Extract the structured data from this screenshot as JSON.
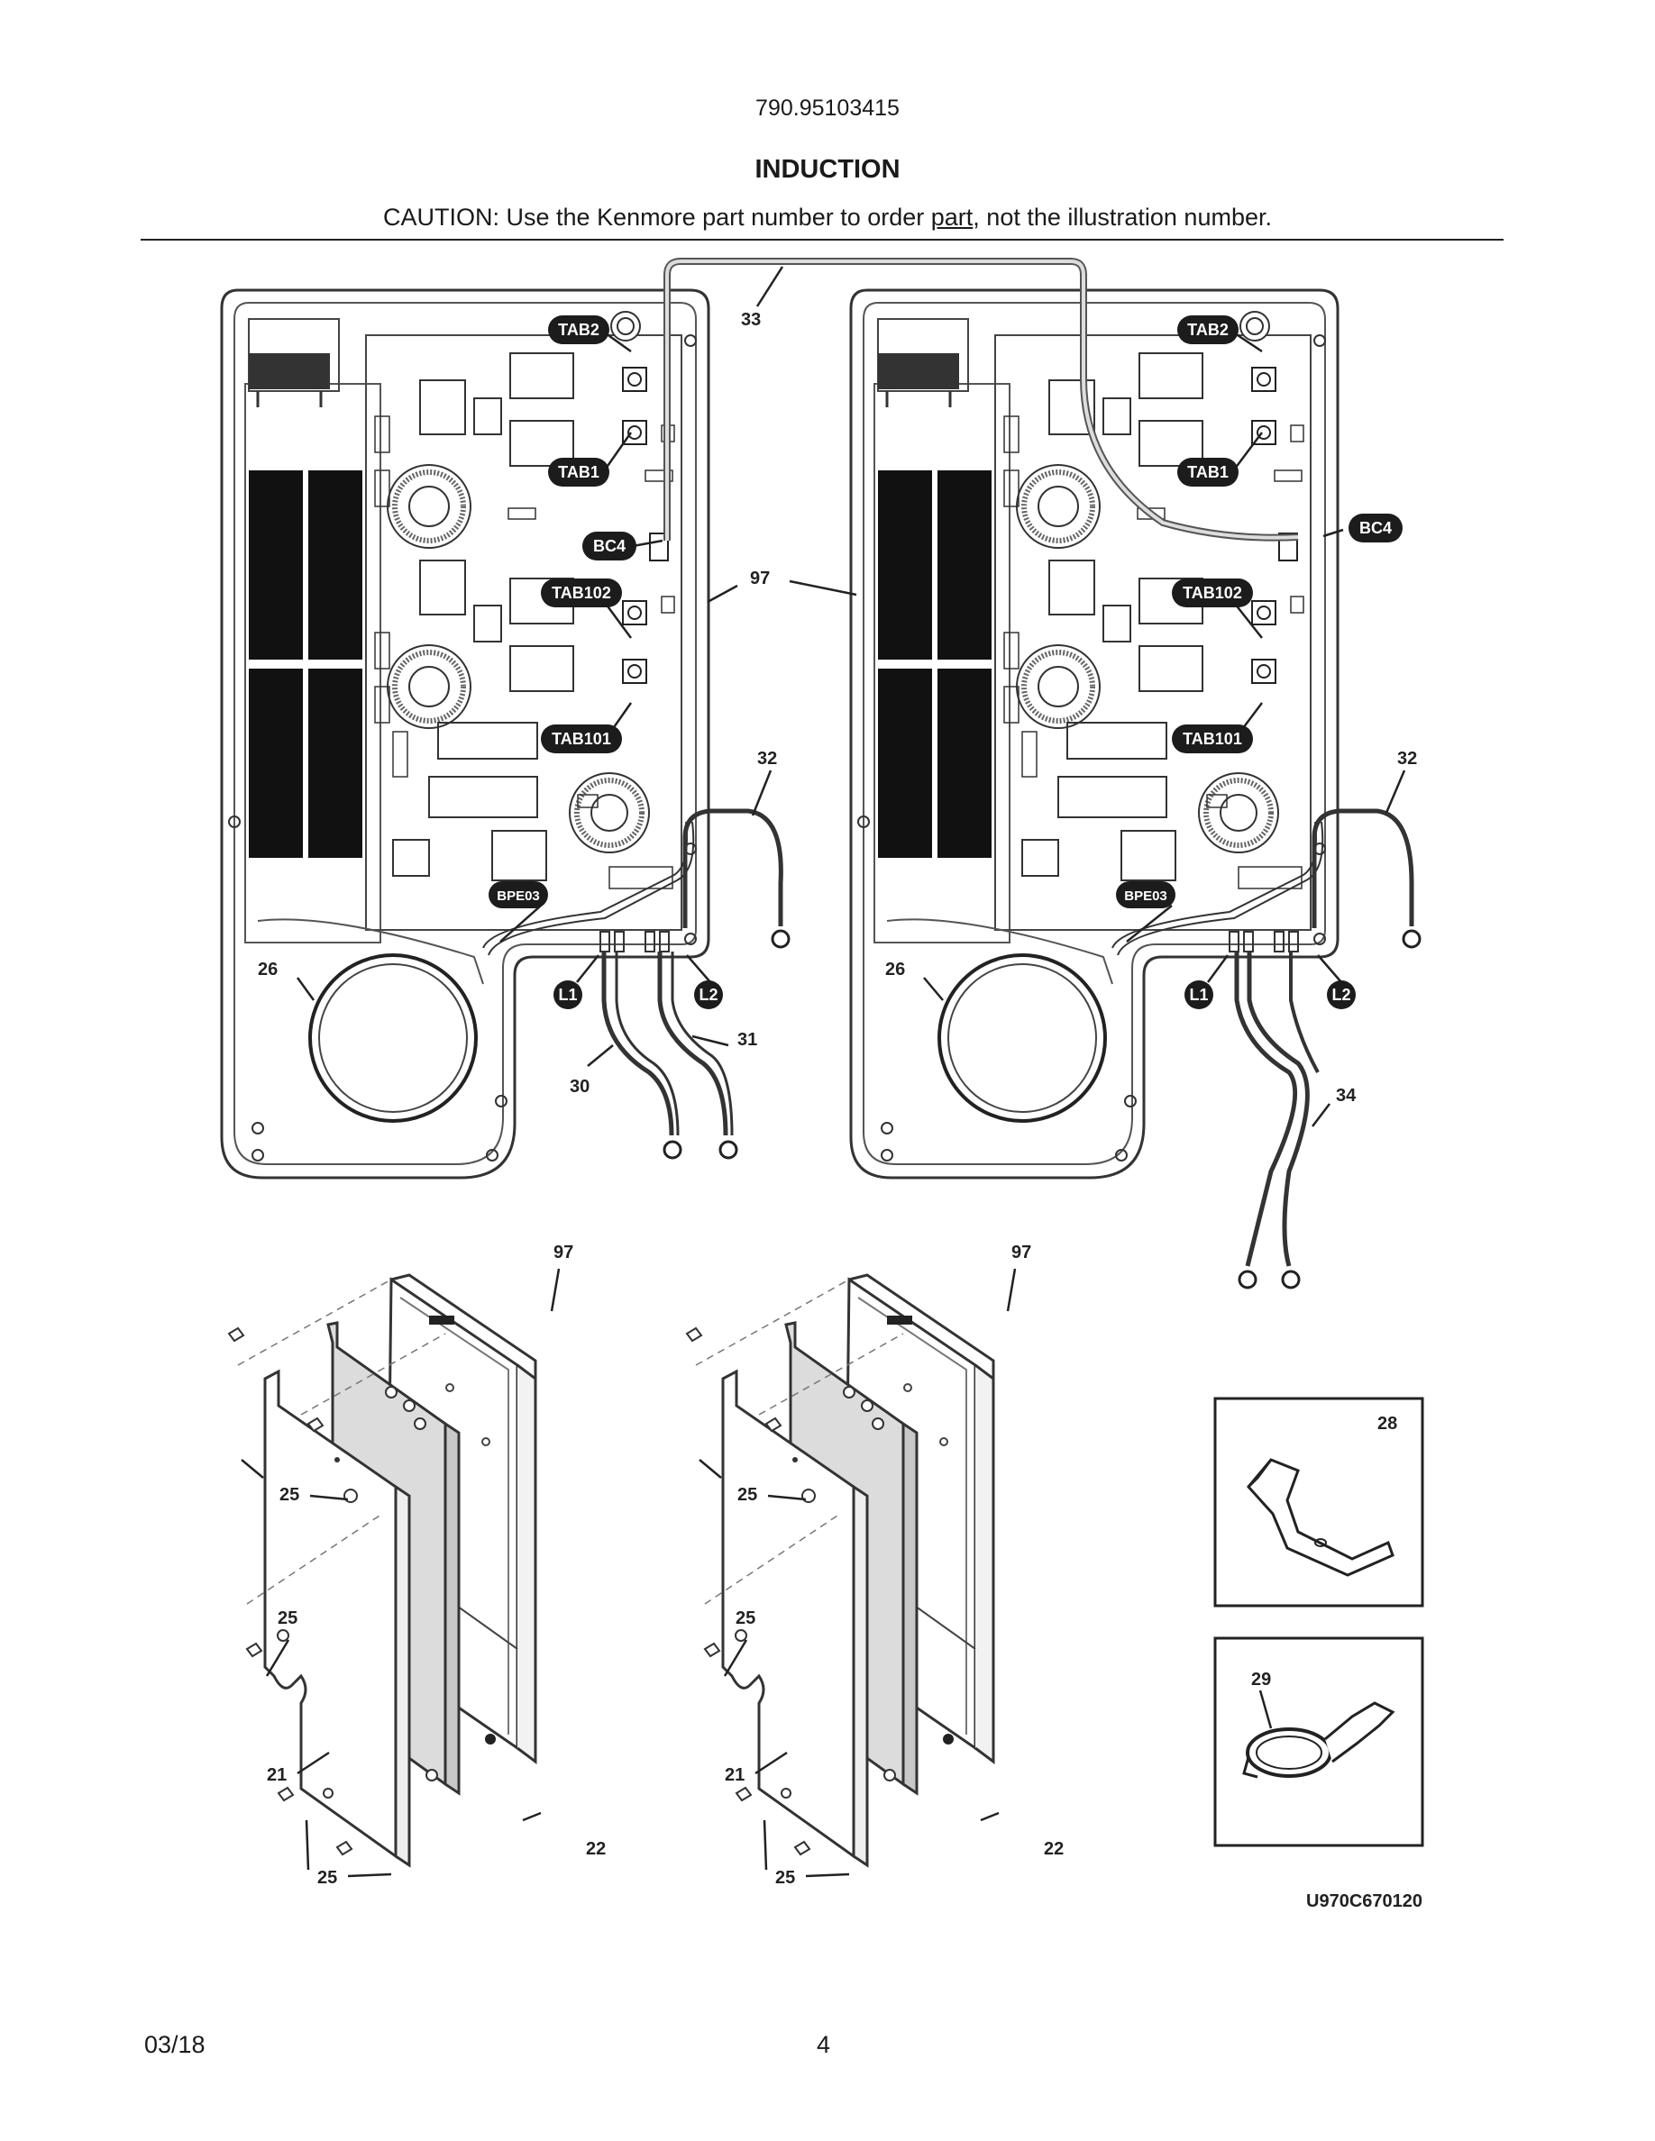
{
  "header": {
    "model_number": "790.95103415",
    "section_title": "INDUCTION",
    "caution_prefix": "CAUTION: Use the Kenmore part number to order ",
    "caution_link": "part",
    "caution_suffix": ", not the illustration number."
  },
  "callouts": {
    "c33": "33",
    "c97": "97",
    "c32": "32",
    "c26": "26",
    "c30": "30",
    "c31": "31",
    "c34": "34",
    "c25": "25",
    "c21": "21",
    "c22": "22",
    "c28": "28",
    "c29": "29"
  },
  "connectors": {
    "tab2": "TAB2",
    "tab1": "TAB1",
    "bc4": "BC4",
    "tab102": "TAB102",
    "tab101": "TAB101",
    "bpe03": "BPE03",
    "l1": "L1",
    "l2": "L2"
  },
  "diagram_ref": "U970C670120",
  "footer": {
    "date": "03/18",
    "page": "4"
  }
}
